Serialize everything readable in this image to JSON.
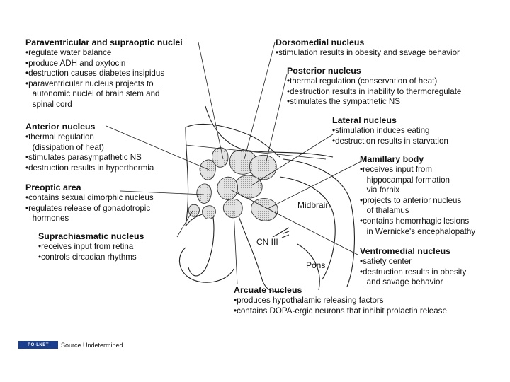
{
  "annotations": {
    "paraventricular": {
      "title": "Paraventricular and supraoptic nuclei",
      "items": [
        "regulate water balance",
        "produce ADH and oxytocin",
        "destruction causes diabetes insipidus",
        "paraventricular nucleus projects to"
      ],
      "cont": [
        "autonomic nuclei of brain stem and",
        "spinal cord"
      ]
    },
    "anterior": {
      "title": "Anterior nucleus",
      "items": [
        "thermal regulation",
        "stimulates parasympathetic NS",
        "destruction results in hyperthermia"
      ],
      "cont": [
        "(dissipation of heat)"
      ]
    },
    "preoptic": {
      "title": "Preoptic area",
      "items": [
        "contains sexual dimorphic nucleus",
        "regulates release of gonadotropic"
      ],
      "cont": [
        "hormones"
      ]
    },
    "suprachiasmatic": {
      "title": "Suprachiasmatic nucleus",
      "items": [
        "receives input from retina",
        "controls circadian rhythms"
      ]
    },
    "dorsomedial": {
      "title": "Dorsomedial nucleus",
      "items": [
        "stimulation results in obesity and savage behavior"
      ]
    },
    "posterior": {
      "title": "Posterior nucleus",
      "items": [
        "thermal regulation (conservation of heat)",
        "destruction results in inability to thermoregulate",
        "stimulates the sympathetic NS"
      ]
    },
    "lateral": {
      "title": "Lateral nucleus",
      "items": [
        "stimulation induces eating",
        "destruction results in starvation"
      ]
    },
    "mamillary": {
      "title": "Mamillary body",
      "items": [
        "receives input from",
        "projects to anterior nucleus",
        "contains hemorrhagic lesions"
      ],
      "cont_a": [
        "hippocampal formation",
        "via fornix"
      ],
      "cont_b": [
        "of thalamus"
      ],
      "cont_c": [
        "in Wernicke's encephalopathy"
      ]
    },
    "ventromedial": {
      "title": "Ventromedial nucleus",
      "items": [
        "satiety center",
        "destruction results in obesity"
      ],
      "cont": [
        "and savage behavior"
      ]
    },
    "arcuate": {
      "title": "Arcuate nucleus",
      "items": [
        "produces hypothalamic releasing factors",
        "contains DOPA-ergic neurons that inhibit prolactin release"
      ]
    }
  },
  "structure_labels": {
    "midbrain": "Midbrain",
    "cn3": "CN III",
    "pons": "Pons"
  },
  "footer": {
    "logo_text": "PO-LNET",
    "source": "Source Undetermined"
  },
  "colors": {
    "nucleus_fill": "#d9d9d9",
    "line": "#222222",
    "logo_bg": "#1b3f8f"
  }
}
